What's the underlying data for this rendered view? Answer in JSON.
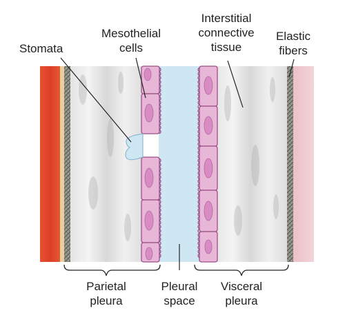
{
  "labels": {
    "stomata": "Stomata",
    "mesothelial": [
      "Mesothelial",
      "cells"
    ],
    "interstitial": [
      "Interstitial",
      "connective",
      "tissue"
    ],
    "elastic": [
      "Elastic",
      "fibers"
    ],
    "parietal": [
      "Parietal",
      "pleura"
    ],
    "pleural_space": [
      "Pleural",
      "space"
    ],
    "visceral": [
      "Visceral",
      "pleura"
    ]
  },
  "colors": {
    "muscle_red": "#e0452e",
    "tan_band": "#e8cf9e",
    "connective_gray": "#dcdcdc",
    "elastic_dark": "#7a7a70",
    "cell_pink": "#e8b6d6",
    "nucleus": "#d98cc4",
    "cell_outline": "#9b4f86",
    "pleural_space": "#cfe6f3",
    "lung_pink": "#f0c9cf"
  }
}
